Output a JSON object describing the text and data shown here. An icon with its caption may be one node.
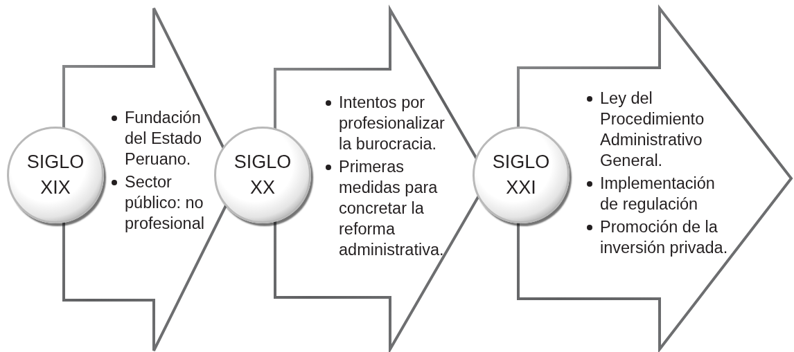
{
  "diagram": {
    "nodes": [
      {
        "text": [
          "SIGLO XIX"
        ]
      },
      {
        "text": [
          "Fundación del Estado Peruano.",
          "Sector público: no profesional"
        ]
      },
      {
        "text": [
          "SIGLO XX"
        ]
      },
      {
        "text": [
          "Intentos por profesionalizar la burocracia.",
          "Primeras medidas para concretar la reforma administrativa."
        ]
      },
      {
        "text": [
          "SIGLO XXI"
        ]
      },
      {
        "text": [
          "Ley del Procedimiento Administrativo General.",
          "Implementación de regulación",
          "Promoción de la inversión privada."
        ]
      }
    ]
  }
}
